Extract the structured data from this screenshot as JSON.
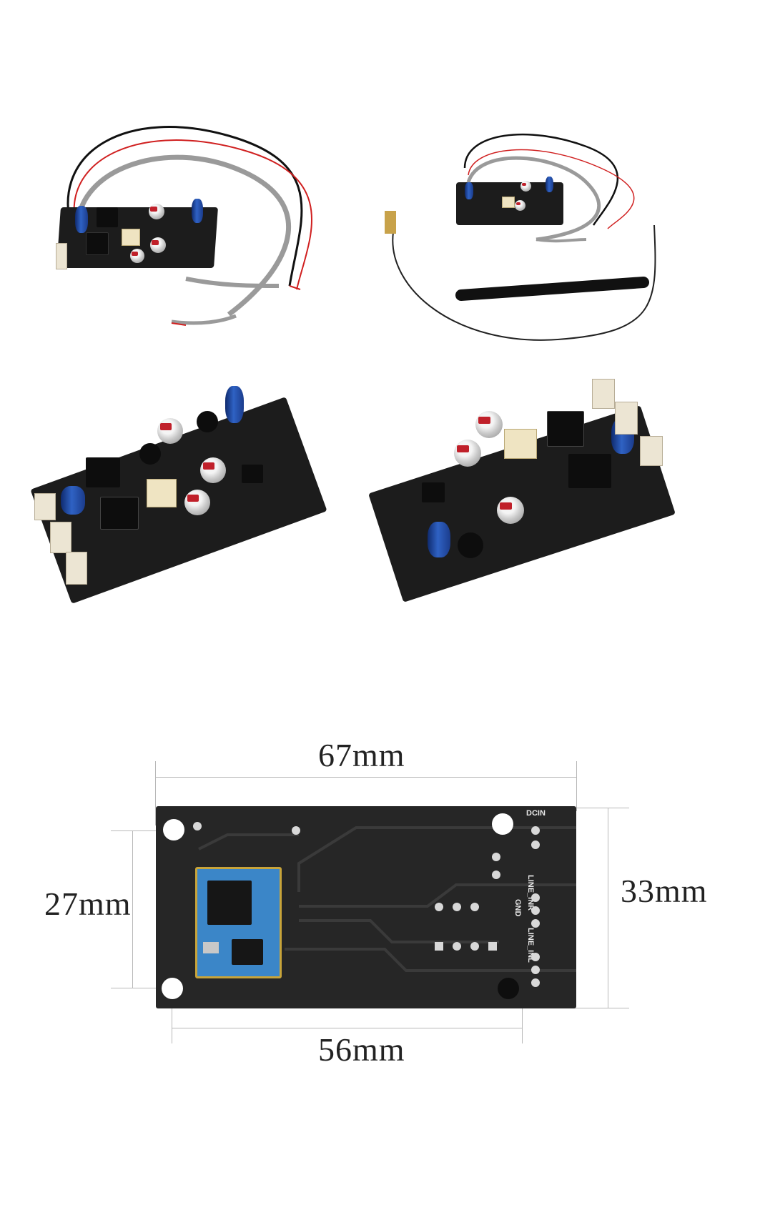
{
  "image": {
    "panels": [
      {
        "name": "board-with-cables"
      },
      {
        "name": "board-with-antenna"
      },
      {
        "name": "board-angled-left"
      },
      {
        "name": "board-angled-right"
      },
      {
        "name": "board-bottom-dimensions"
      }
    ],
    "dimensions": {
      "width_label": "67mm",
      "hole_span_label": "56mm",
      "height_label": "33mm",
      "hole_height_label": "27mm"
    },
    "silkscreen": {
      "dcin": "DCIN",
      "line_r": "LINE_INR",
      "gnd": "GND",
      "line_l": "LINE_INL"
    },
    "colors": {
      "pcb": "#1c1c1c",
      "capacitor_blue": "#2f62c4",
      "cap_band": "#c0202a",
      "wire_red": "#d02020",
      "wire_gray": "#9a9a9a"
    }
  }
}
